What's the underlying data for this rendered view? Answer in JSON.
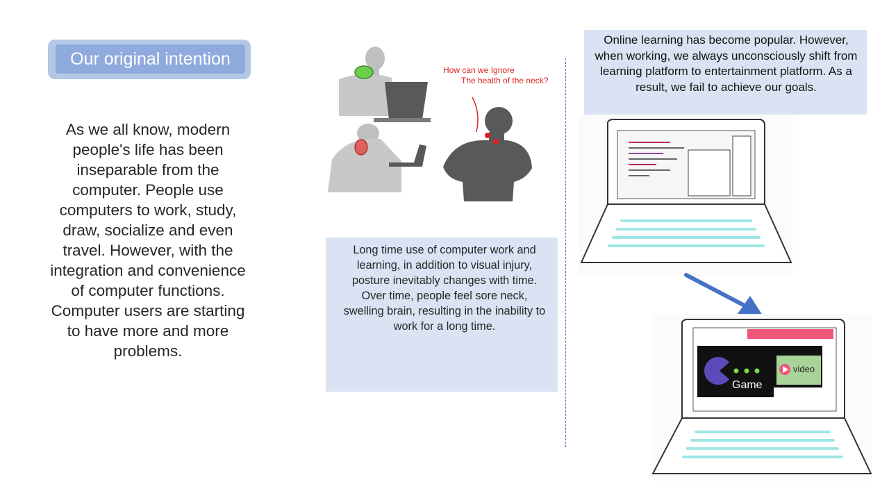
{
  "title": "Our original intention",
  "left_paragraph": "As we all know, modern people's life has been inseparable from the computer. People use computers to work, study, draw, socialize and even travel. However, with the integration and convenience of computer functions. Computer users are starting to have more and more problems.",
  "illustration": {
    "question_line1": "How can we Ignore",
    "question_line2": "The health of the neck?"
  },
  "middle_paragraph": "Long time use of computer work and learning, in addition to visual injury, posture inevitably changes with time. Over time, people feel sore neck, swelling brain, resulting in the inability to work for a long time.",
  "right_paragraph": "Online learning has become popular. However, when working, we always unconsciously shift from learning platform to entertainment platform. As a result, we fail to achieve our goals.",
  "laptop_screen": {
    "game_label": "Game",
    "video_label": "video"
  },
  "colors": {
    "title_outer": "#b4c7e7",
    "title_inner": "#8faadc",
    "text_box": "#dae3f3",
    "arrow": "#4472c4",
    "accent_red": "#e02020"
  }
}
